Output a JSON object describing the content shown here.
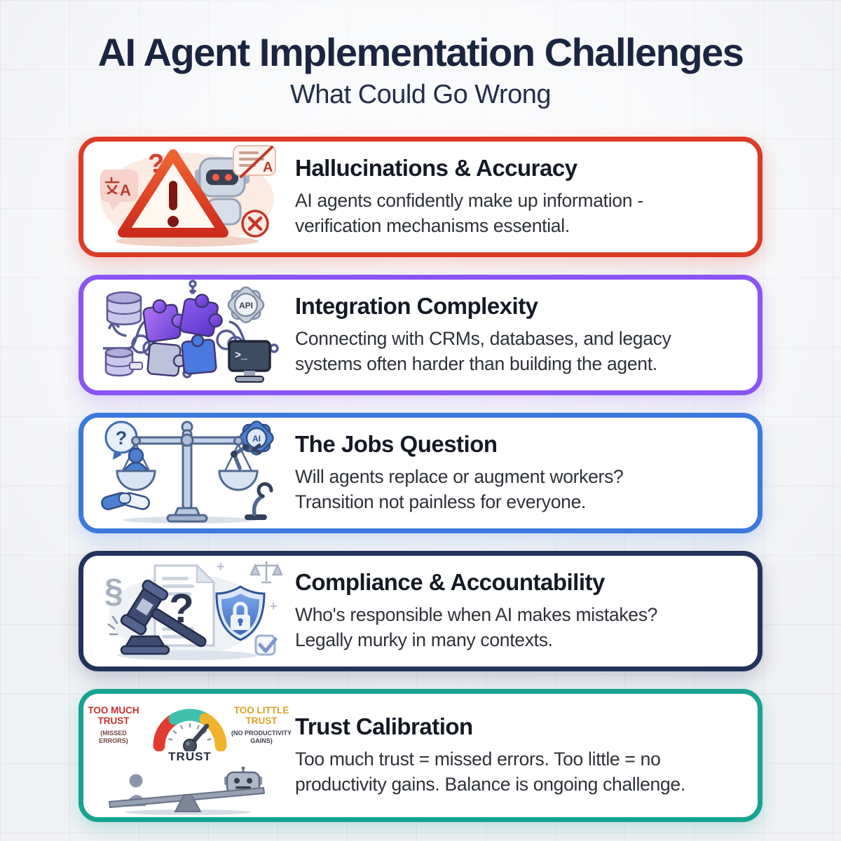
{
  "header": {
    "title": "AI Agent Implementation Challenges",
    "subtitle": "What Could Go Wrong"
  },
  "cards": [
    {
      "title": "Hallucinations & Accuracy",
      "body_line1": "AI agents confidently make up information -",
      "body_line2": "verification mechanisms essential.",
      "accent_color": "#dd3b26",
      "icon_name": "warning-triangle-robot",
      "labels": {
        "question_mark": "?",
        "translate_letter": "A",
        "crossed_letter": "A"
      }
    },
    {
      "title": "Integration Complexity",
      "body_line1": "Connecting with CRMs, databases, and legacy",
      "body_line2": "systems often harder than building the agent.",
      "accent_color": "#8a55f2",
      "icon_name": "puzzle-systems",
      "labels": {
        "api": "API",
        "terminal_prompt": ">_"
      }
    },
    {
      "title": "The Jobs Question",
      "body_line1": "Will agents replace or augment workers?",
      "body_line2": "Transition not painless for everyone.",
      "accent_color": "#3b79dd",
      "icon_name": "jobs-balance-scale",
      "labels": {
        "question_mark": "?",
        "gear_text": "AI"
      }
    },
    {
      "title": "Compliance & Accountability",
      "body_line1": "Who's responsible when AI makes mistakes?",
      "body_line2": "Legally murky in many contexts.",
      "accent_color": "#22325c",
      "icon_name": "gavel-document-shield",
      "labels": {
        "section_sign": "§",
        "question_mark": "?",
        "plus": "+"
      }
    },
    {
      "title": "Trust Calibration",
      "body_line1": "Too much trust = missed errors. Too little = no",
      "body_line2": "productivity gains. Balance is ongoing challenge.",
      "accent_color": "#16a392",
      "icon_name": "trust-gauge-seesaw",
      "gauge": {
        "left_label_line1": "TOO MUCH",
        "left_label_line2": "TRUST",
        "left_sub_line1": "(MISSED",
        "left_sub_line2": "ERRORS)",
        "right_label_line1": "TOO LITTLE",
        "right_label_line2": "TRUST",
        "right_sub_line1": "(NO PRODUCTIVITY",
        "right_sub_line2": "GAINS)",
        "center_label": "TRUST",
        "zone_colors": {
          "too_much": "#e23c30",
          "balanced": "#41bfad",
          "too_little": "#f0b42c"
        }
      }
    }
  ]
}
